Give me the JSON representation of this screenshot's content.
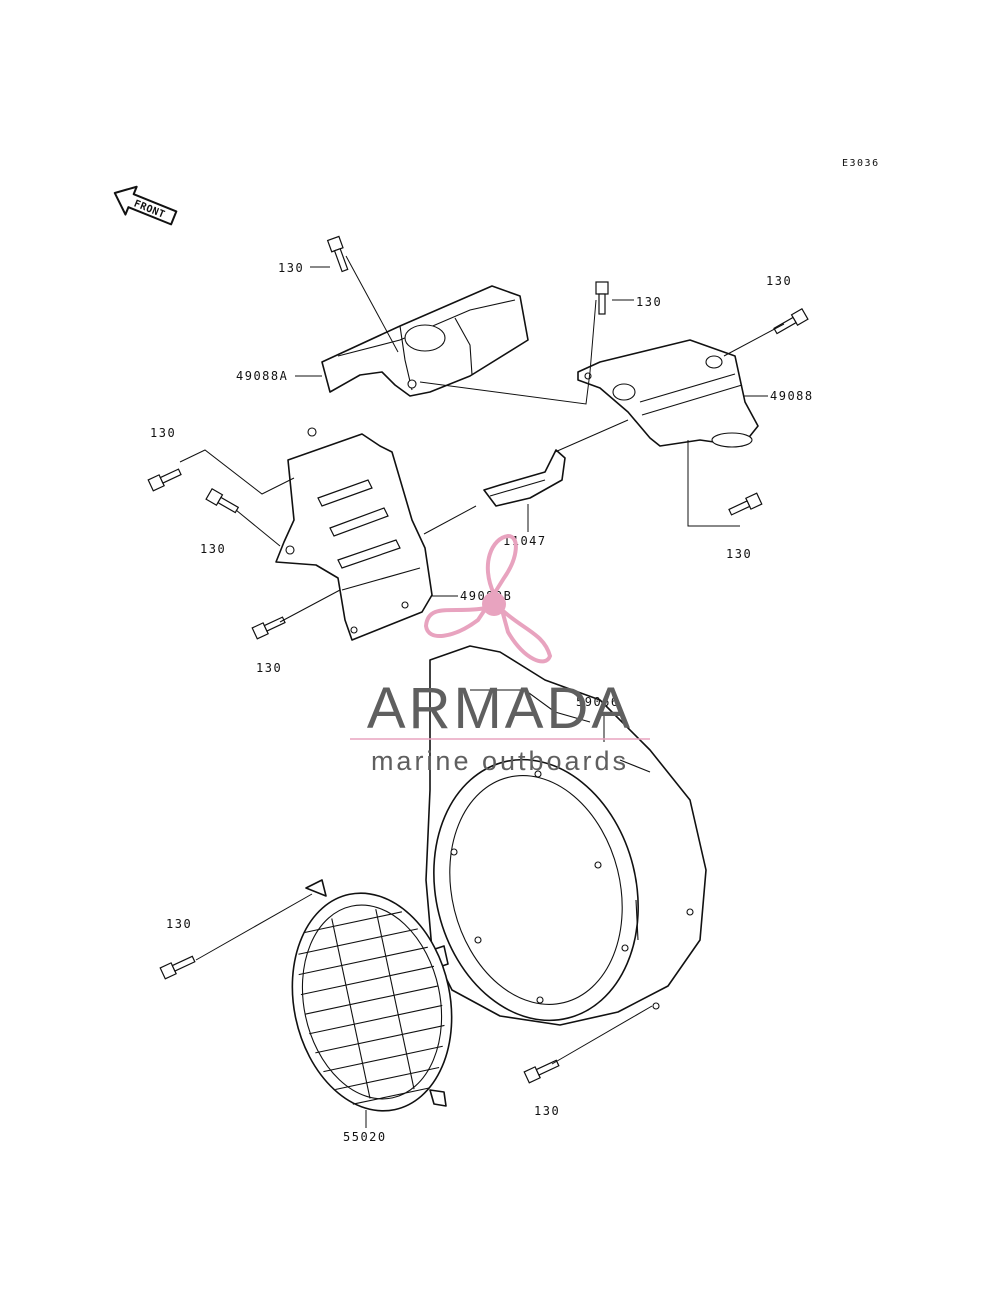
{
  "diagram": {
    "code": "E3036",
    "front_label": "FRONT",
    "labels": {
      "bolt_top_left": "130",
      "bolt_top_mid": "130",
      "bolt_top_right": "130",
      "bolt_left_upper": "130",
      "bolt_left_mid": "130",
      "bolt_left_lower": "130",
      "bolt_right_lower": "130",
      "bolt_grille": "130",
      "bolt_housing": "130",
      "cover_a": "49088A",
      "cover": "49088",
      "bracket": "11047",
      "cover_b": "49089B",
      "fan_housing": "59066",
      "grille": "55020"
    }
  },
  "watermark": {
    "brand": "ARMADA",
    "tagline": "marine outboards",
    "colors": {
      "propeller": "#e8a3bf",
      "text": "#5f5f5f",
      "rule": "#e8a3bf"
    }
  }
}
